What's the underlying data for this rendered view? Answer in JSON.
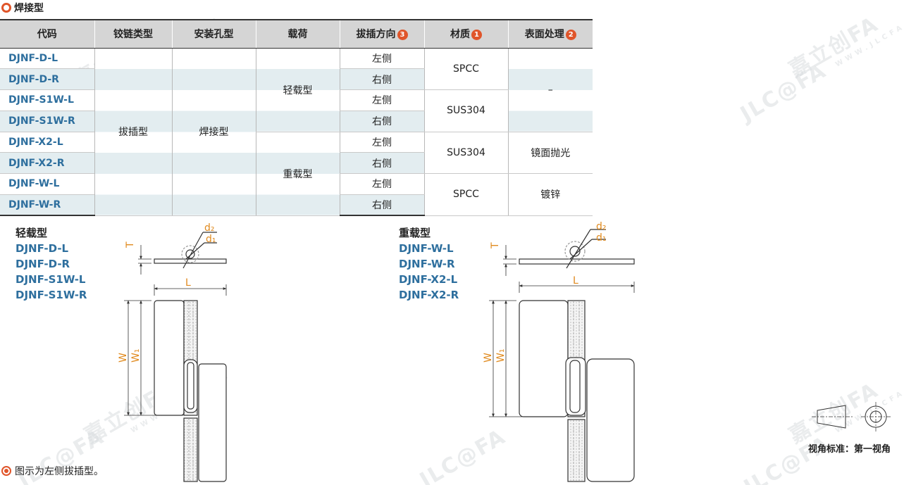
{
  "section": {
    "title": "焊接型"
  },
  "table": {
    "headers": {
      "code": "代码",
      "hinge_type": "铰链类型",
      "hole_type": "安装孔型",
      "load": "载荷",
      "direction": "拔插方向",
      "direction_badge": "3",
      "material": "材质",
      "material_badge": "1",
      "surface": "表面处理",
      "surface_badge": "2"
    },
    "rows": [
      {
        "code": "DJNF-D-L",
        "direction": "左侧"
      },
      {
        "code": "DJNF-D-R",
        "direction": "右侧"
      },
      {
        "code": "DJNF-S1W-L",
        "direction": "左侧"
      },
      {
        "code": "DJNF-S1W-R",
        "direction": "右侧"
      },
      {
        "code": "DJNF-X2-L",
        "direction": "左侧"
      },
      {
        "code": "DJNF-X2-R",
        "direction": "右侧"
      },
      {
        "code": "DJNF-W-L",
        "direction": "左侧"
      },
      {
        "code": "DJNF-W-R",
        "direction": "右侧"
      }
    ],
    "merged": {
      "hinge_type": "拔插型",
      "hole_type": "焊接型",
      "load_light": "轻载型",
      "load_heavy": "重载型",
      "material_1": "SPCC",
      "material_2": "SUS304",
      "material_3": "SUS304",
      "material_4": "SPCC",
      "surface_1": "–",
      "surface_2": "镜面抛光",
      "surface_3": "镀锌"
    }
  },
  "light_models": {
    "title": "轻载型",
    "items": [
      "DJNF-D-L",
      "DJNF-D-R",
      "DJNF-S1W-L",
      "DJNF-S1W-R"
    ]
  },
  "heavy_models": {
    "title": "重载型",
    "items": [
      "DJNF-W-L",
      "DJNF-W-R",
      "DJNF-X2-L",
      "DJNF-X2-R"
    ]
  },
  "dimension_labels": {
    "d2": "d₂",
    "d1": "d₁",
    "T": "T",
    "L": "L",
    "W": "W",
    "W1": "W₁"
  },
  "colors": {
    "accent": "#e0552a",
    "code_blue": "#2e6f9e",
    "dim_orange": "#e08a1e",
    "row_band": "#e3edf0",
    "header_gray": "#d5d5d5"
  },
  "note": "图示为左侧拔插型。",
  "projection": "视角标准：第一视角",
  "watermark": {
    "brand": "嘉立创FA",
    "logo": "JLC@FA",
    "url": "WWW.JLCFA.COM"
  }
}
